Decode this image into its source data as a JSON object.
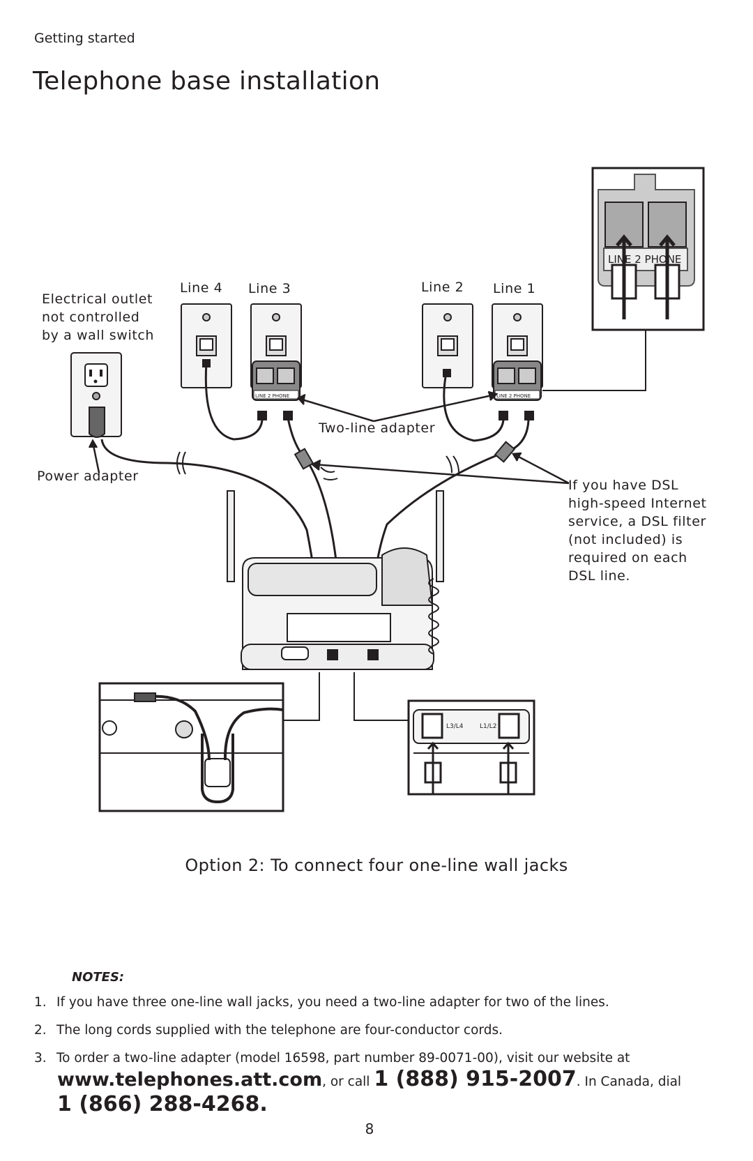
{
  "header": {
    "section": "Getting started",
    "title": "Telephone base installation"
  },
  "diagram": {
    "outlet_label": [
      "Electrical outlet",
      "not controlled",
      "by a wall switch"
    ],
    "power_adapter_label": "Power adapter",
    "line_labels": {
      "line4": "Line 4",
      "line3": "Line 3",
      "line2": "Line 2",
      "line1": "Line 1"
    },
    "two_line_adapter_label": "Two-line adapter",
    "adapter_port_label": "LINE 2 PHONE",
    "dsl_note": [
      "If you have DSL",
      "high-speed Internet",
      "service, a DSL filter",
      "(not included) is",
      "required on each",
      "DSL line."
    ],
    "base_jack_labels": {
      "left": "L3/L4",
      "right": "L1/L2"
    },
    "caption": "Option 2: To connect four one-line wall jacks"
  },
  "notes": {
    "heading": "NOTES:",
    "items": [
      {
        "number": "1.",
        "text": "If you have three one-line wall jacks, you need a two-line adapter for two of the lines."
      },
      {
        "number": "2.",
        "text": "The long cords supplied with the telephone are four-conductor cords."
      },
      {
        "number": "3.",
        "text": "To order a two-line adapter (model 16598, part number 89-0071-00), visit our website at"
      }
    ],
    "website": "www.telephones.att.com",
    "or_call": ", or call ",
    "phone_us": "1 (888) 915-2007",
    "canada_text": ". In Canada, dial",
    "phone_canada": "1 (866) 288-4268",
    "period": "."
  },
  "footer": {
    "page_number": "8"
  }
}
